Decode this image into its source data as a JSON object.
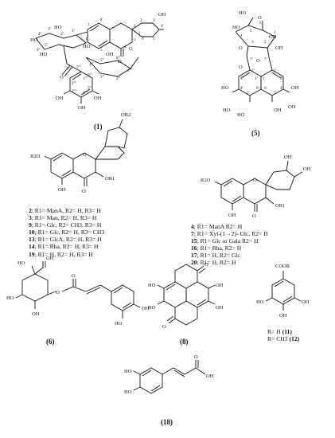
{
  "compound1": {
    "label": "(1)",
    "atoms": [
      "HO",
      "OH",
      "OH",
      "OH",
      "OH",
      "O",
      "O",
      "O",
      "O",
      "O",
      "O",
      "HO",
      "HO",
      "HO",
      "OH",
      "O",
      "O"
    ],
    "numbers": [
      "8",
      "7",
      "6",
      "5",
      "4",
      "3",
      "2",
      "1'",
      "2'",
      "3'",
      "4'",
      "5'",
      "6'",
      "1''",
      "2''",
      "3''",
      "4''",
      "5''",
      "6''",
      "1'''",
      "2'''",
      "3'''",
      "4'''",
      "5'''",
      "6'''",
      "7'''",
      "1''''",
      "2''''",
      "3''''",
      "4''''",
      "5''''",
      "6''''",
      "7''''"
    ]
  },
  "compound5": {
    "label": "(5)",
    "atoms": [
      "HO",
      "HO",
      "O",
      "O",
      "O",
      "O",
      "OH",
      "OH",
      "HO",
      "HO",
      "HO",
      "OH",
      "OH",
      "OH"
    ],
    "numbers": [
      "6",
      "5",
      "4",
      "3",
      "2",
      "1",
      "7'",
      "7''",
      "2'",
      "3'",
      "4'",
      "5'",
      "6'",
      "1'",
      "2''",
      "3''",
      "4''",
      "5''",
      "6''",
      "1''"
    ]
  },
  "flavonol_group": {
    "r_labels": [
      "R2O",
      "OR2",
      "OR1"
    ],
    "atoms": [
      "O",
      "O",
      "OH"
    ],
    "entries": [
      {
        "num": "2",
        "text": "; R1= ManA, R2= H, R3= H"
      },
      {
        "num": "3",
        "text": "; R1= Man, R2= H, R3= H"
      },
      {
        "num": "9",
        "text": "; R1= Glc, R2= CH3, R3= H"
      },
      {
        "num": "10",
        "text": "; R1= Glc, R2= H, R3= CH3"
      },
      {
        "num": "13",
        "text": "; R1= GlcA, R2= H, R3= H"
      },
      {
        "num": "14",
        "text": "; R1= Rha, R2= H, R3= H"
      },
      {
        "num": "19",
        "text": "; R1= H, R2= H, R3= H"
      }
    ]
  },
  "quercetin_group": {
    "r_labels": [
      "R2O",
      "OR1"
    ],
    "atoms": [
      "O",
      "O",
      "OH",
      "OH",
      "OH"
    ],
    "entries": [
      {
        "num": "4",
        "text": "; R1= ManA R2= H"
      },
      {
        "num": "7",
        "text": "; R1= Xyl-(1→2)- Glc, R2= H"
      },
      {
        "num": "15",
        "text": "; R1= Glc or Gala R2= H"
      },
      {
        "num": "16",
        "text": "; R1= Rha, R2= H"
      },
      {
        "num": "17",
        "text": "; R1= H, R2= Glc"
      },
      {
        "num": "20",
        "text": "; R1= H, R2= H"
      }
    ]
  },
  "compound6": {
    "label": "(6)",
    "atoms": [
      "HO",
      "HO",
      "O",
      "O",
      "OH",
      "OH",
      "HO",
      "OH"
    ]
  },
  "compound8": {
    "label": "(8)",
    "atoms": [
      "HO",
      "HO",
      "OH",
      "OH",
      "O",
      "O"
    ]
  },
  "gallic": {
    "group": "COOR",
    "atoms": [
      "HO",
      "OH",
      "OH"
    ],
    "r_entries": [
      {
        "text": "R= H ",
        "num": "(11)"
      },
      {
        "text": "R= CH3 ",
        "num": "(12)"
      }
    ]
  },
  "compound18": {
    "label": "(18)",
    "atoms": [
      "HO",
      "HO",
      "O",
      "OH"
    ]
  }
}
